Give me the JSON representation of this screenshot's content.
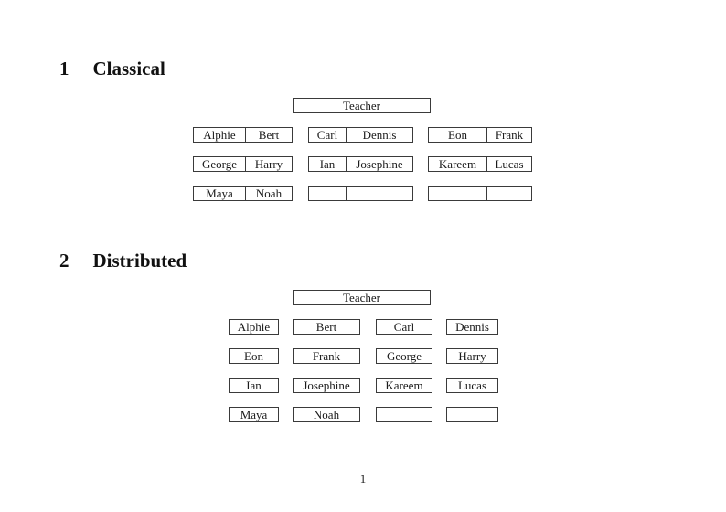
{
  "document": {
    "page_number": "1"
  },
  "sections": {
    "classical": {
      "number": "1",
      "title": "Classical",
      "teacher_label": "Teacher",
      "rows": [
        {
          "pairs": [
            {
              "left": "Alphie",
              "right": "Bert"
            },
            {
              "left": "Carl",
              "right": "Dennis"
            },
            {
              "left": "Eon",
              "right": "Frank"
            }
          ]
        },
        {
          "pairs": [
            {
              "left": "George",
              "right": "Harry"
            },
            {
              "left": "Ian",
              "right": "Josephine"
            },
            {
              "left": "Kareem",
              "right": "Lucas"
            }
          ]
        },
        {
          "pairs": [
            {
              "left": "Maya",
              "right": "Noah"
            },
            {
              "left": "",
              "right": ""
            },
            {
              "left": "",
              "right": ""
            }
          ]
        }
      ]
    },
    "distributed": {
      "number": "2",
      "title": "Distributed",
      "teacher_label": "Teacher",
      "rows": [
        [
          "Alphie",
          "Bert",
          "Carl",
          "Dennis"
        ],
        [
          "Eon",
          "Frank",
          "George",
          "Harry"
        ],
        [
          "Ian",
          "Josephine",
          "Kareem",
          "Lucas"
        ],
        [
          "Maya",
          "Noah",
          "",
          ""
        ]
      ]
    }
  }
}
